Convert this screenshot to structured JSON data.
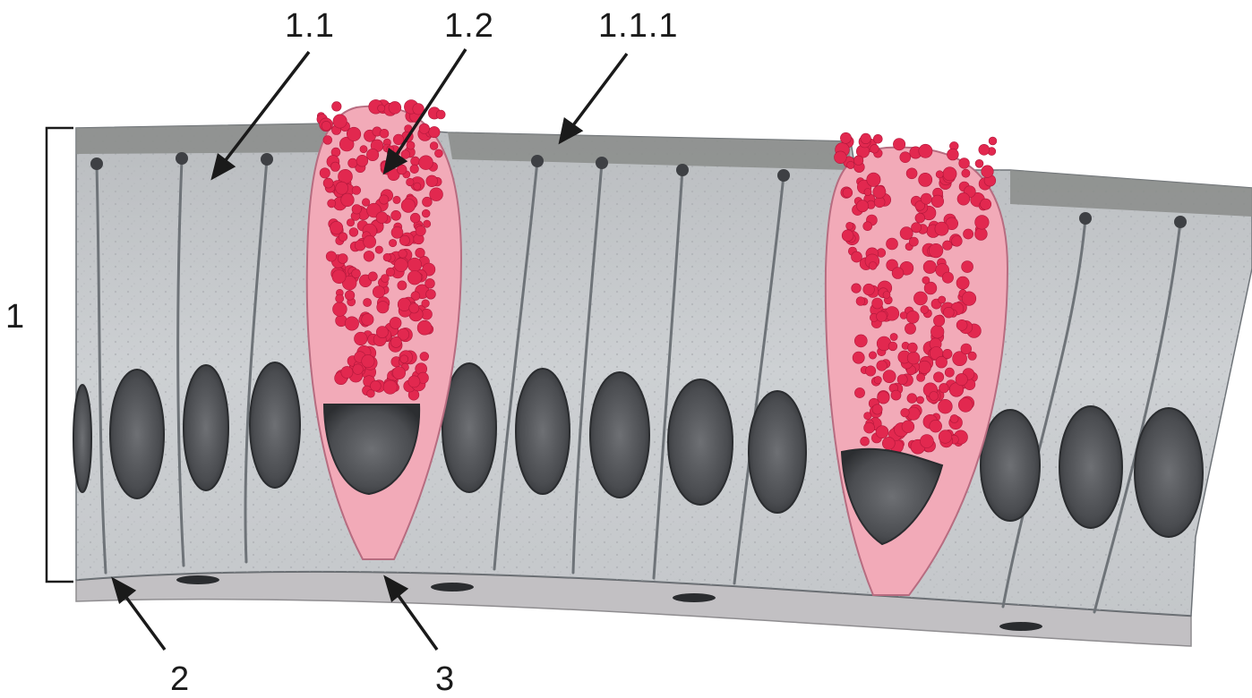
{
  "labels": {
    "bracket": "1",
    "cell_column": "1.1",
    "goblet_cell": "1.2",
    "cell_apex": "1.1.1",
    "basement": "2",
    "connective": "3"
  },
  "colors": {
    "cytoplasm": "#c9cccf",
    "cell_border": "#6e7378",
    "apical_band": "#8a8c8a",
    "nucleus": "#4a4c50",
    "goblet_body": "#f2aab8",
    "granule": "#e2284f",
    "basal_layer": "#c2c0c3",
    "arrow": "#1a1a1a"
  }
}
